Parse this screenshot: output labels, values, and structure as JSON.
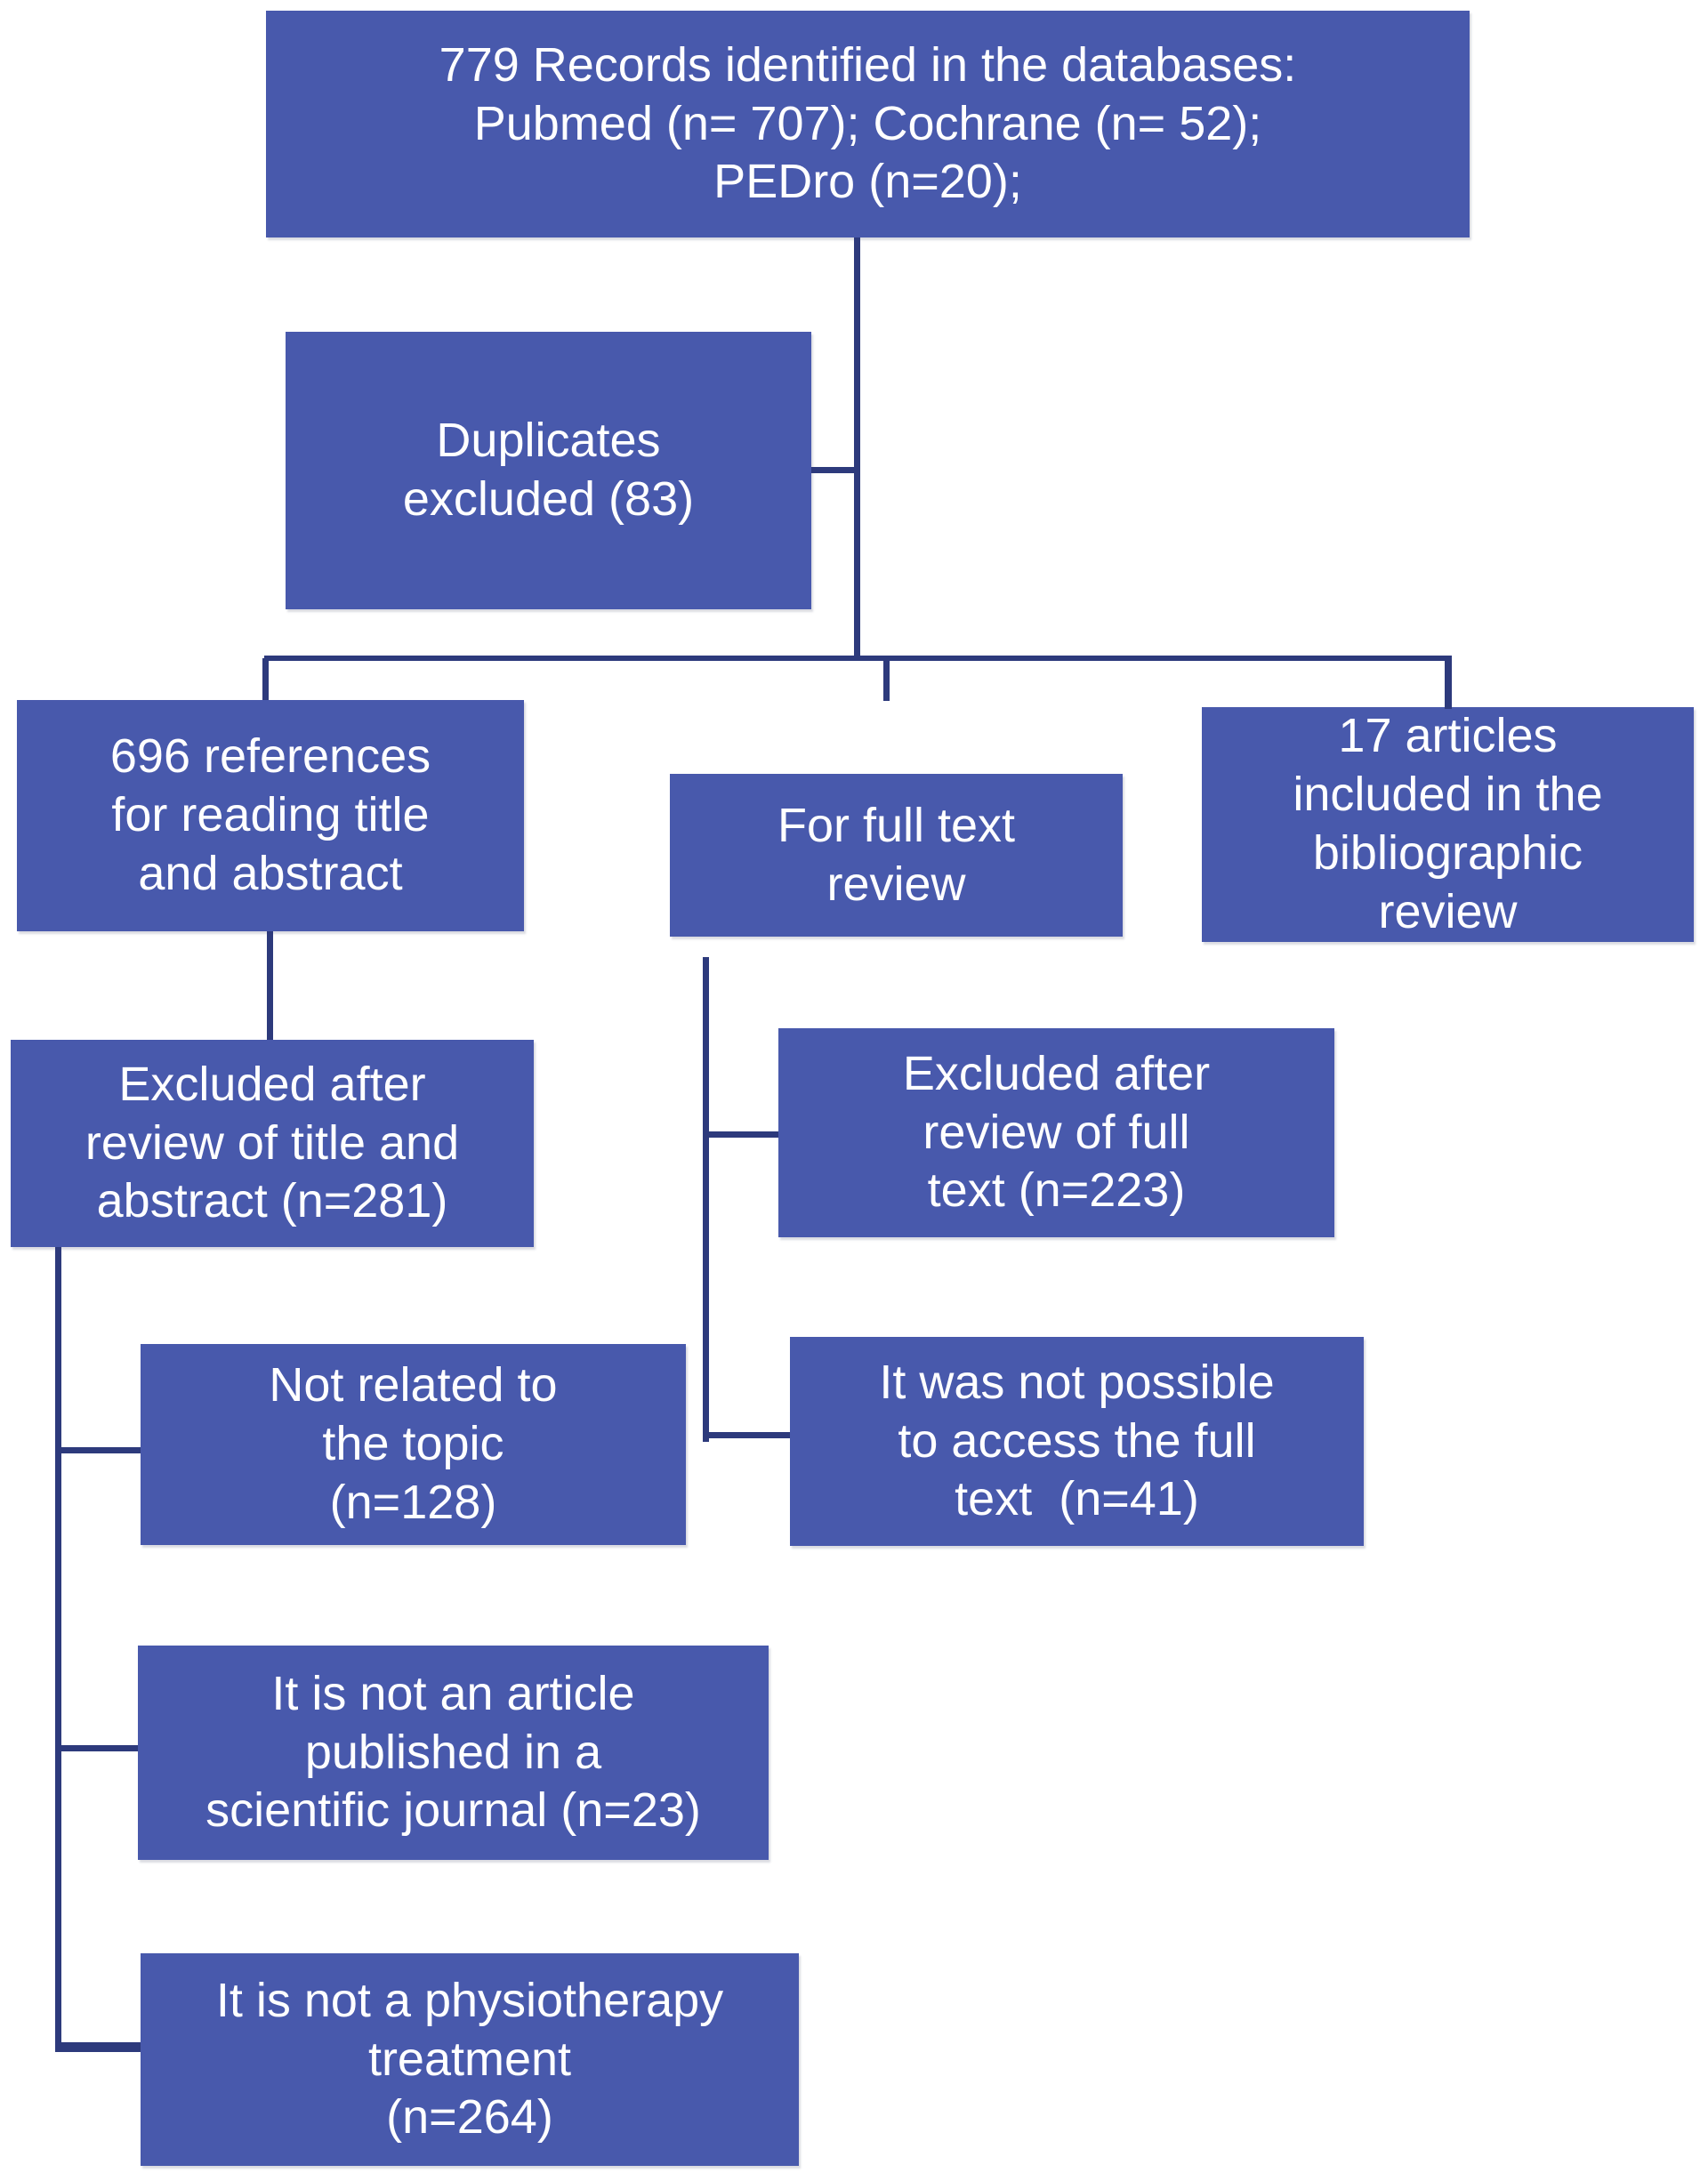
{
  "colors": {
    "box_fill": "#4859ac",
    "line": "#2d3a7c",
    "text": "#ffffff",
    "background": "#ffffff"
  },
  "boxes": {
    "records": {
      "text": "779 Records identified in the databases:\nPubmed (n= 707); Cochrane (n= 52);\nPEDro (n=20);"
    },
    "duplicates": {
      "text": "Duplicates\nexcluded (83)"
    },
    "refs696": {
      "text": "696 references\nfor reading title\nand abstract"
    },
    "fulltext": {
      "text": "For full text\nreview"
    },
    "articles17": {
      "text": "17 articles\nincluded in the\nbibliographic\nreview"
    },
    "excl_title": {
      "text": "Excluded after\nreview of title and\nabstract (n=281)"
    },
    "excl_full": {
      "text": "Excluded after\nreview of full\ntext (n=223)"
    },
    "not_related": {
      "text": "Not related to\nthe topic\n(n=128)"
    },
    "no_access": {
      "text": "It was not possible\nto access the full\ntext  (n=41)"
    },
    "not_article": {
      "text": "It is not an article\npublished in a\nscientific journal (n=23)"
    },
    "not_physio": {
      "text": "It is not a physiotherapy\ntreatment\n(n=264)"
    }
  }
}
